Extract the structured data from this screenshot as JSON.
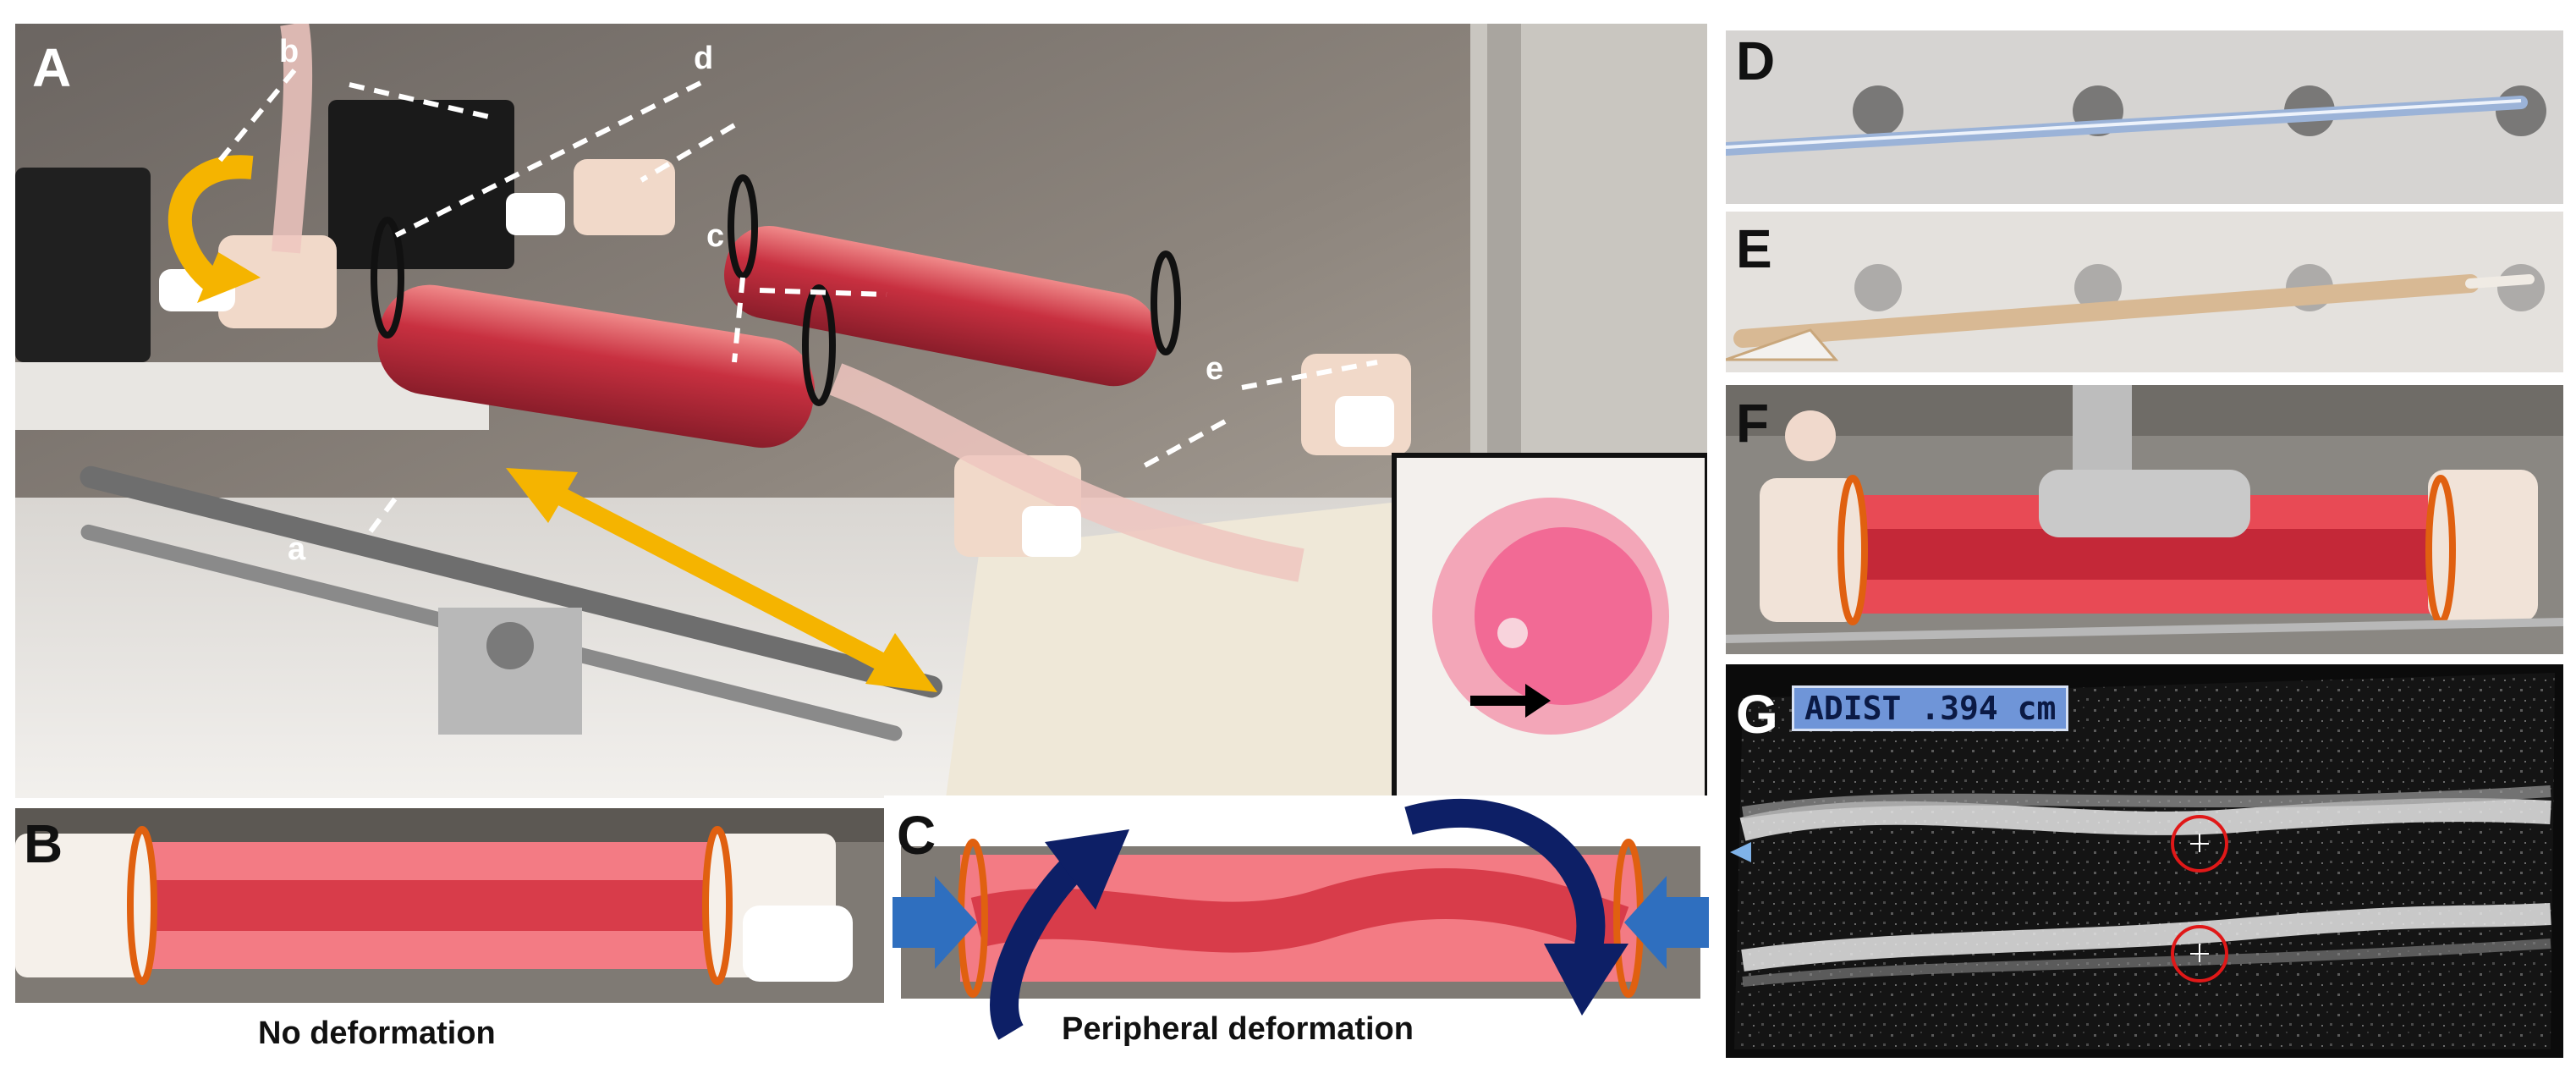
{
  "panels": {
    "A": {
      "letter": "A",
      "labels": {
        "a": "a",
        "b": "b",
        "c": "c",
        "d": "d",
        "e": "e"
      }
    },
    "B": {
      "letter": "B",
      "caption": "No deformation"
    },
    "C": {
      "letter": "C",
      "caption": "Peripheral deformation"
    },
    "D": {
      "letter": "D"
    },
    "E": {
      "letter": "E"
    },
    "F": {
      "letter": "F"
    },
    "G": {
      "letter": "G",
      "readout": "ADIST .394 cm"
    }
  },
  "colors": {
    "orange_arrow": "#f5b400",
    "navy_arrow": "#0d1f66",
    "blue_arrow": "#2f6fbf",
    "vessel_red": "#d8454f"
  }
}
